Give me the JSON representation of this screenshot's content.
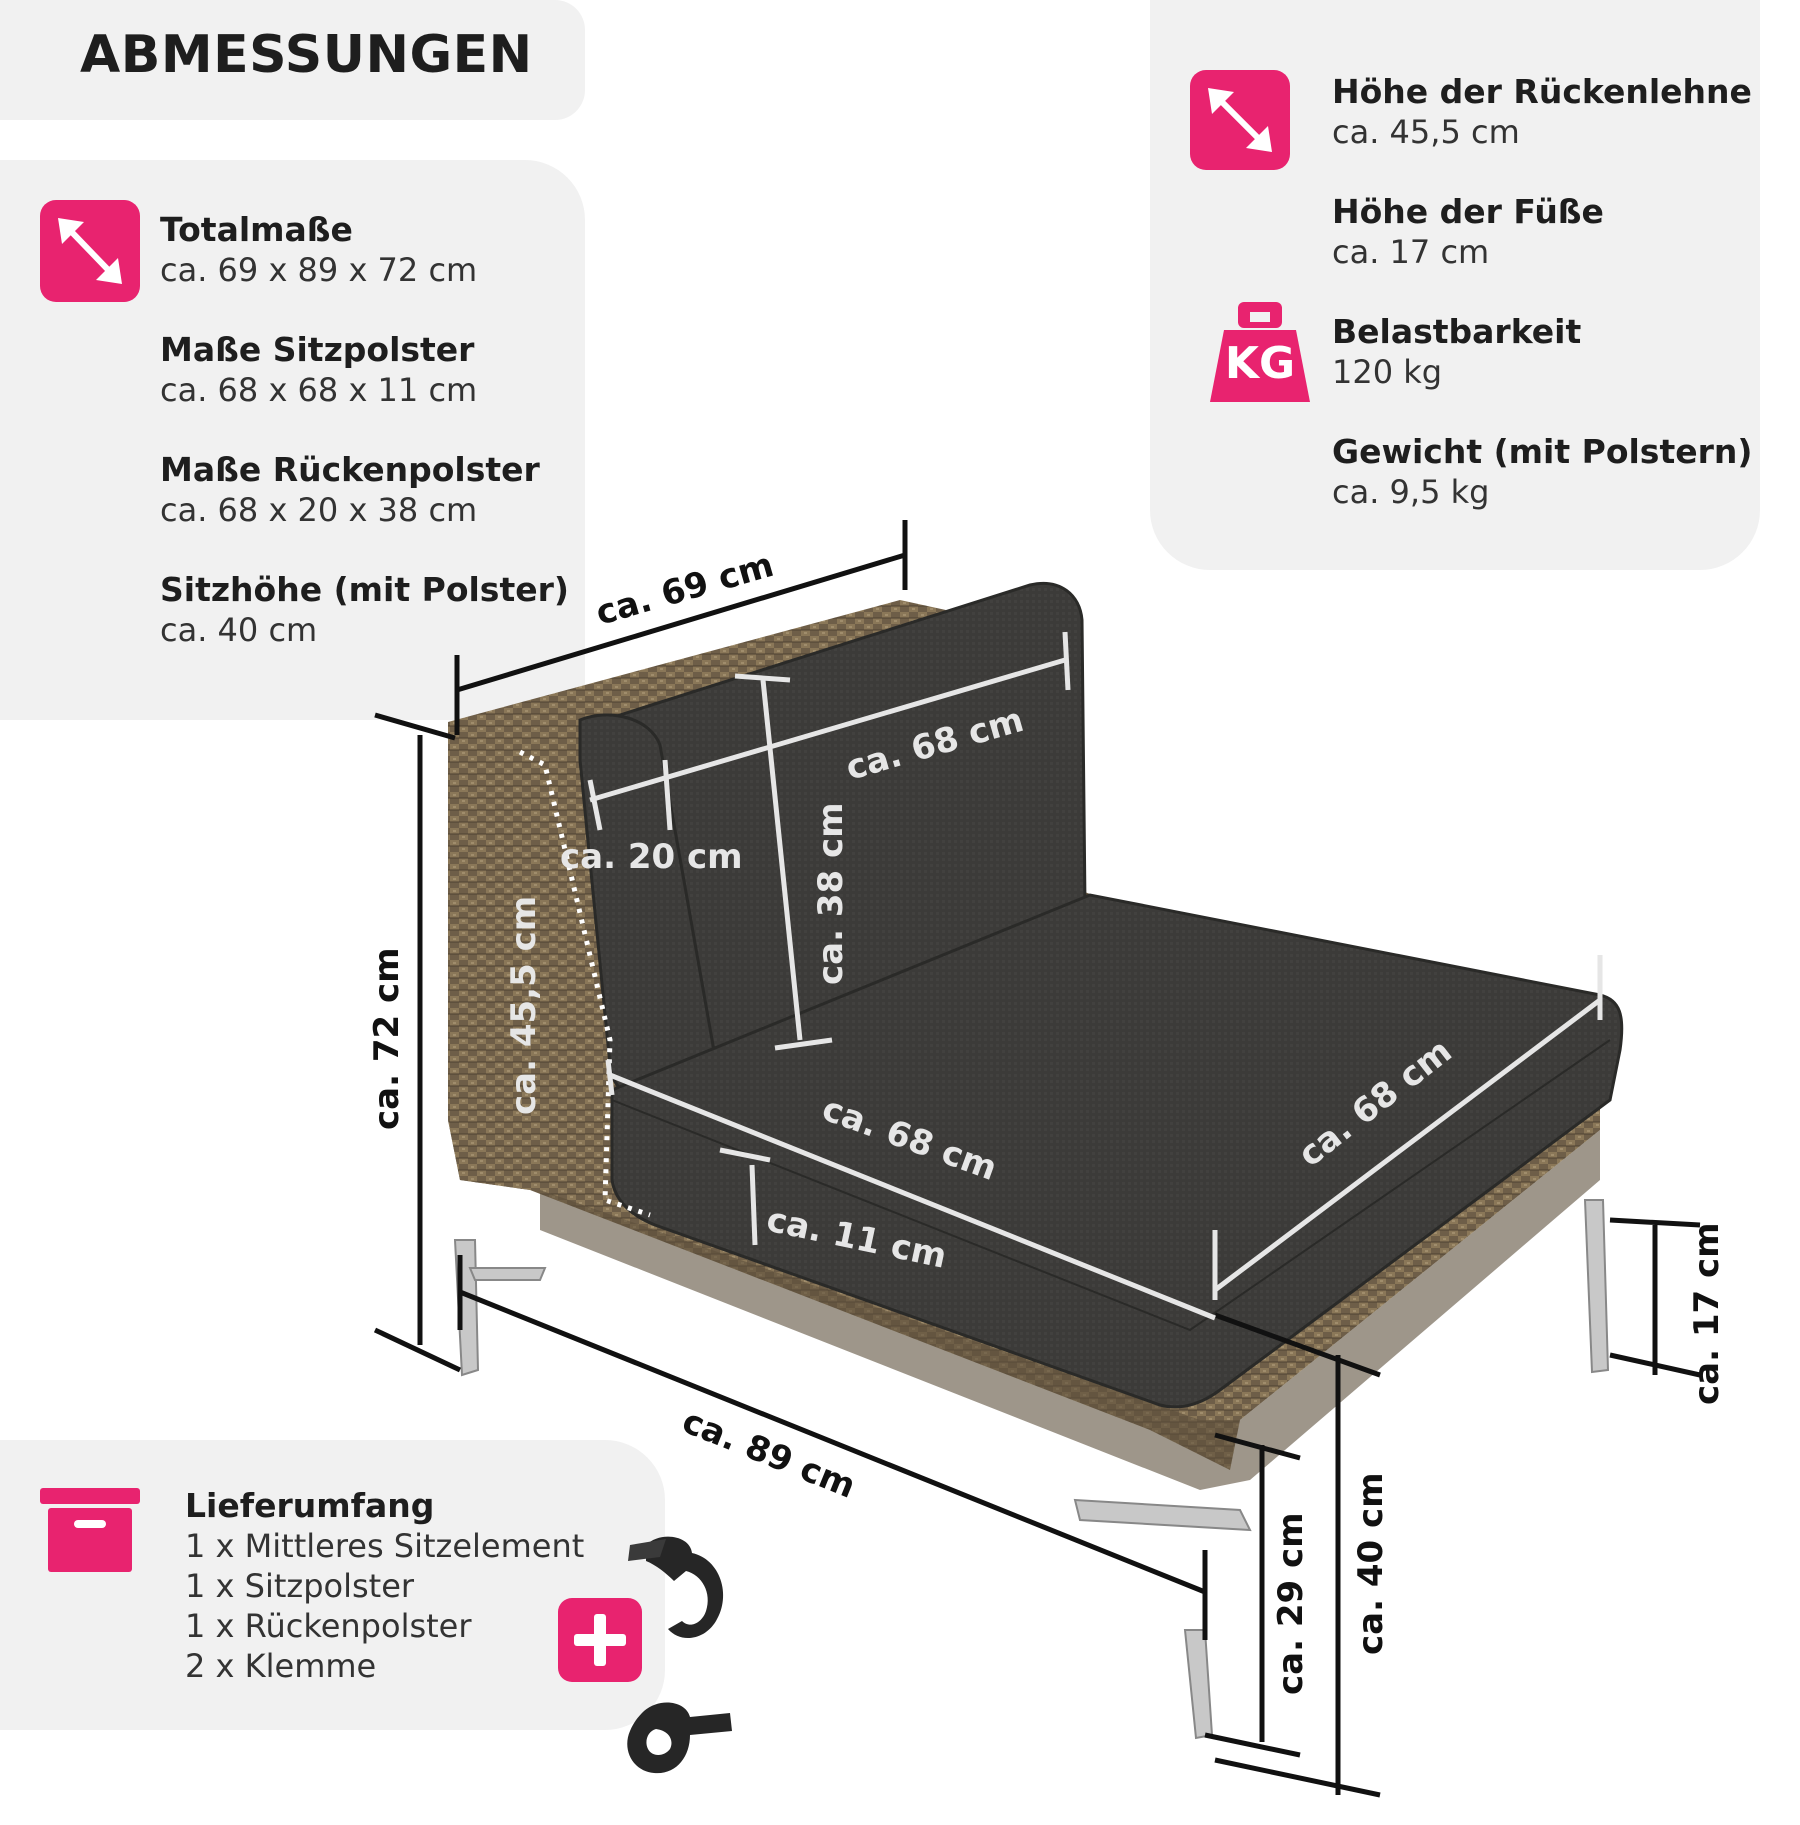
{
  "title": "ABMESSUNGEN",
  "colors": {
    "accent": "#e8236f",
    "panel": "#f1f1f1",
    "cushion": "#3c3b39",
    "rattan": "#7a6a52"
  },
  "icons": {
    "dimension": "diagonal-arrow-icon",
    "weight": "kg-weight-icon",
    "box": "box-icon",
    "plus": "plus-icon"
  },
  "specs_left": [
    {
      "label": "Totalmaße",
      "value": "ca. 69 x 89 x 72 cm"
    },
    {
      "label": "Maße Sitzpolster",
      "value": "ca. 68 x 68 x 11 cm"
    },
    {
      "label": "Maße Rückenpolster",
      "value": "ca. 68 x 20 x 38 cm"
    },
    {
      "label": "Sitzhöhe (mit Polster)",
      "value": "ca. 40 cm"
    }
  ],
  "specs_right": [
    {
      "label": "Höhe der Rückenlehne",
      "value": "ca. 45,5 cm"
    },
    {
      "label": "Höhe der Füße",
      "value": "ca. 17 cm"
    },
    {
      "label": "Belastbarkeit",
      "value": "120 kg"
    },
    {
      "label": "Gewicht (mit Polstern)",
      "value": "ca. 9,5 kg"
    }
  ],
  "kg_icon_text": "KG",
  "scope": {
    "title": "Lieferumfang",
    "items": [
      "1 x Mittleres Sitzelement",
      "1 x Sitzpolster",
      "1 x Rückenpolster",
      "2 x Klemme"
    ]
  },
  "dimensions": {
    "width_top": "ca. 69 cm",
    "back_cushion_width": "ca. 68 cm",
    "back_cushion_depth": "ca. 20 cm",
    "back_cushion_height": "ca. 38 cm",
    "backrest_height": "ca. 45,5 cm",
    "total_height": "ca. 72 cm",
    "seat_width": "ca. 68 cm",
    "seat_depth": "ca. 68 cm",
    "seat_thickness": "ca. 11 cm",
    "total_depth": "ca. 89 cm",
    "leg_height": "ca. 17 cm",
    "frame_height": "ca. 29 cm",
    "seat_height": "ca. 40 cm"
  }
}
